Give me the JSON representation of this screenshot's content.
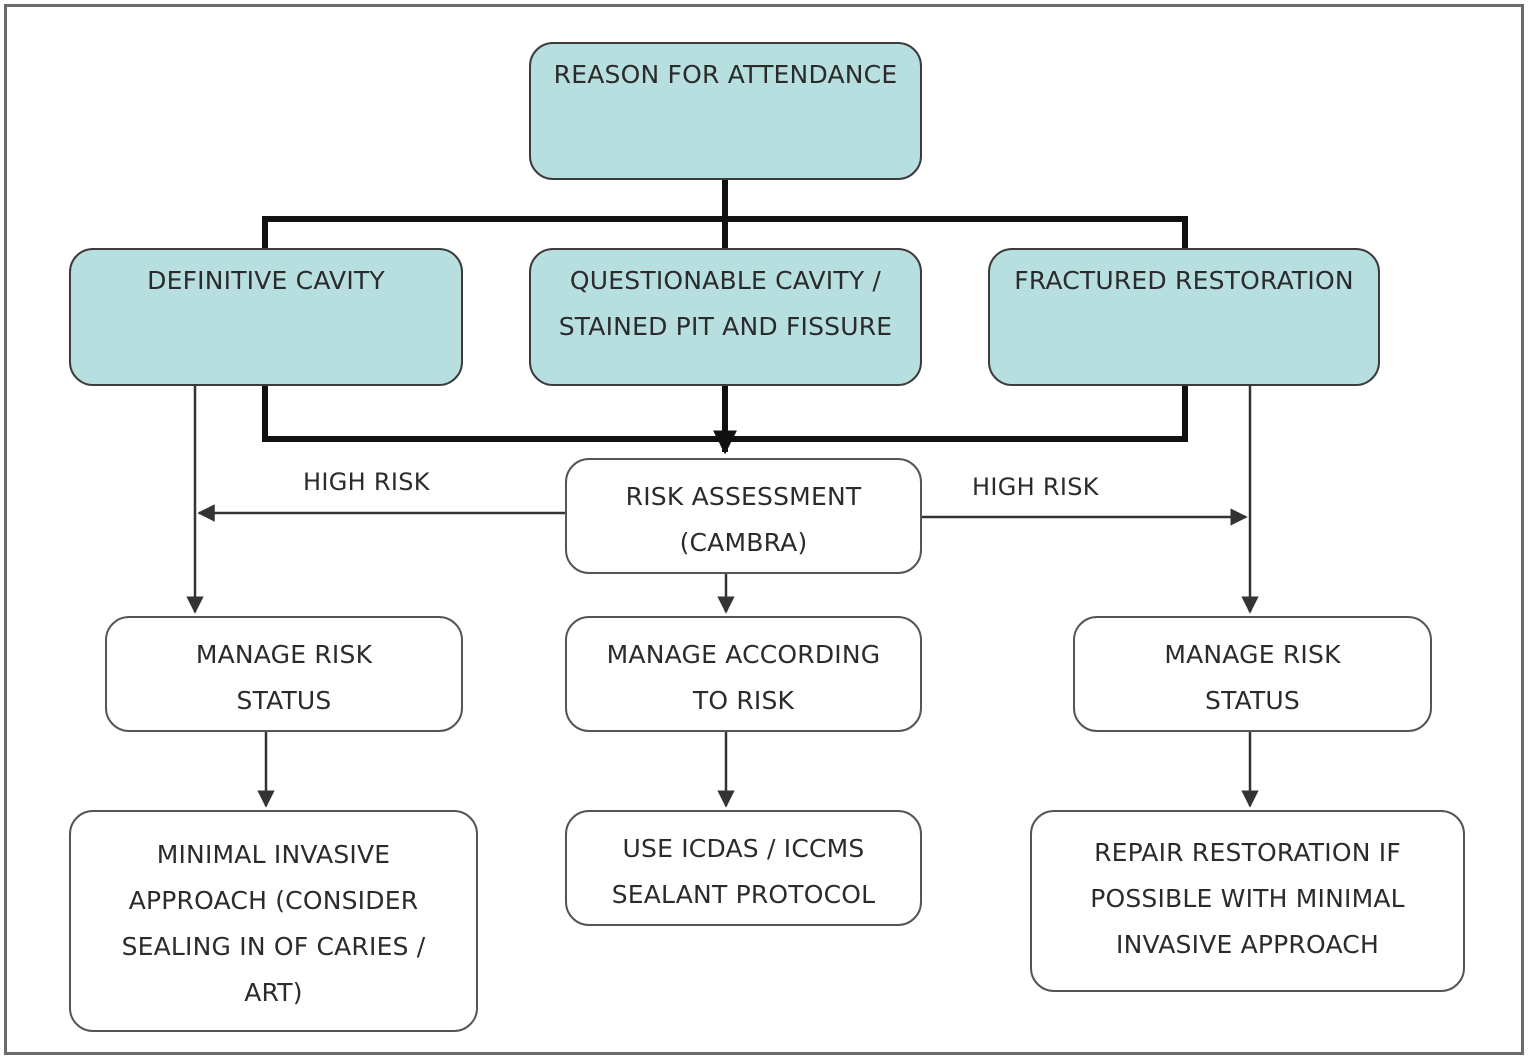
{
  "diagram": {
    "nodes": {
      "reason": "REASON FOR ATTENDANCE",
      "definitive": "DEFINITIVE CAVITY",
      "questionable": "QUESTIONABLE CAVITY /\nSTAINED PIT AND FISSURE",
      "fractured": "FRACTURED RESTORATION",
      "risk_assessment": "RISK ASSESSMENT\n(CAMBRA)",
      "manage_risk_left": "MANAGE RISK\nSTATUS",
      "manage_according": "MANAGE ACCORDING\nTO RISK",
      "manage_risk_right": "MANAGE RISK\nSTATUS",
      "minimal_invasive": "MINIMAL INVASIVE\nAPPROACH (CONSIDER\nSEALING IN OF CARIES /\nART)",
      "icdas": "USE ICDAS / ICCMS\nSEALANT PROTOCOL",
      "repair": "REPAIR RESTORATION IF\nPOSSIBLE WITH MINIMAL\nINVASIVE APPROACH"
    },
    "edge_labels": {
      "high_risk_left": "HIGH RISK",
      "high_risk_right": "HIGH RISK"
    },
    "colors": {
      "header_fill": "#b8dfe0",
      "box_fill": "#ffffff",
      "line": "#111111",
      "arrow": "#333333"
    }
  }
}
